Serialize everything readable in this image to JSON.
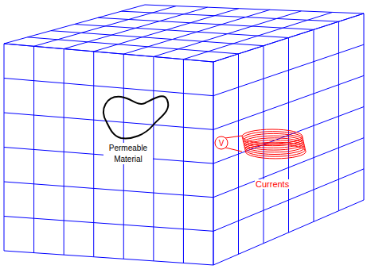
{
  "diagram": {
    "nodes": [
      {
        "text": [
          "Permeable Material"
        ]
      },
      {
        "text": [
          "V"
        ]
      }
    ],
    "labels": [
      "Currents"
    ]
  }
}
